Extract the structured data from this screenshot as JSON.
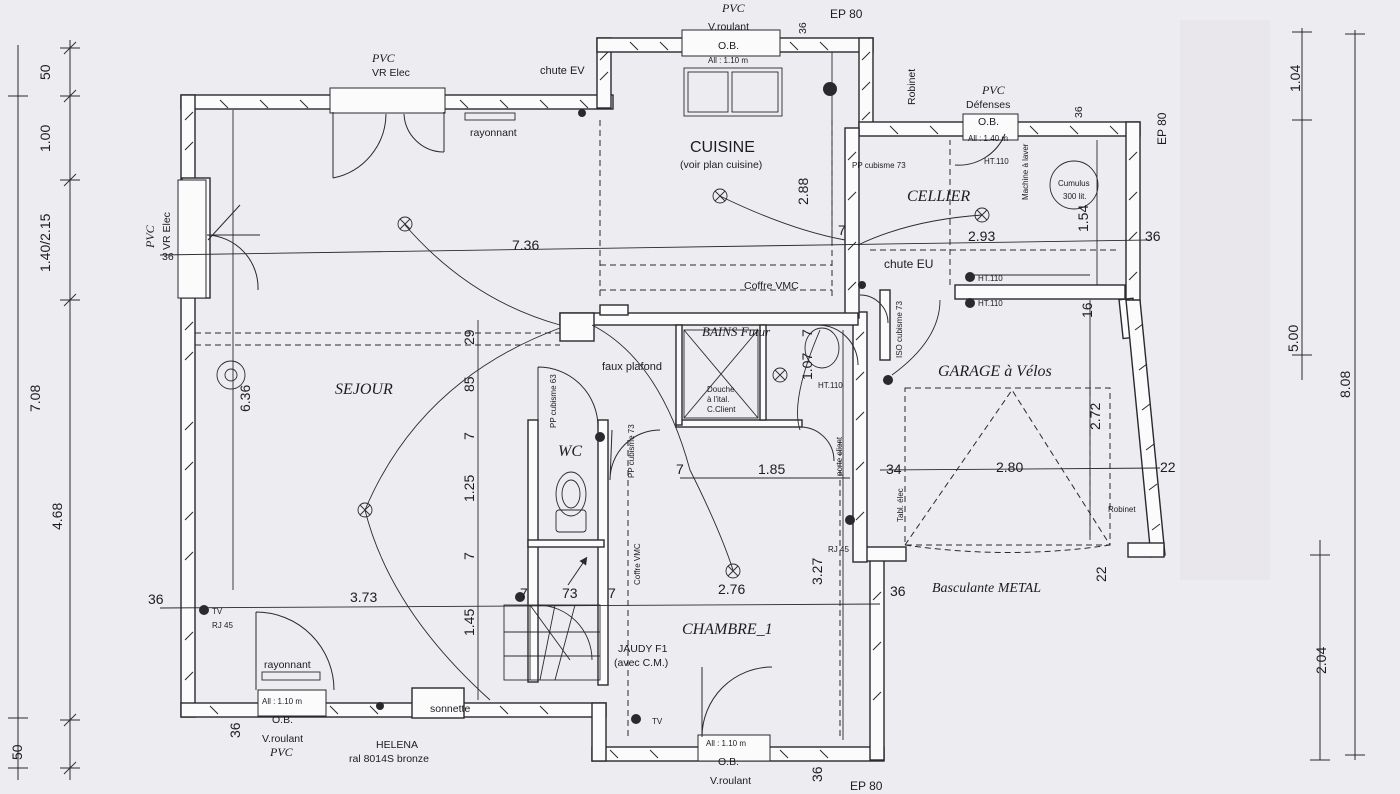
{
  "rooms": {
    "sejour": "SEJOUR",
    "cuisine": "CUISINE",
    "cuisine_note": "(voir plan cuisine)",
    "cellier": "CELLIER",
    "garage": "GARAGE à Vélos",
    "bains": "BAINS Futur",
    "wc": "WC",
    "chambre": "CHAMBRE_1"
  },
  "labels": {
    "pvc": "PVC",
    "vr_elec": "VR Elec",
    "v_roulant": "V.roulant",
    "ob": "O.B.",
    "all_110": "All : 1.10 m",
    "all_140": "All : 1.40 m",
    "defenses": "Défenses",
    "chute_ev": "chute EV",
    "chute_eu": "chute EU",
    "rayonnant": "rayonnant",
    "robinet": "Robinet",
    "ep80": "EP 80",
    "cumulus": "Cumulus",
    "cumulus_vol": "300 lit.",
    "machine": "Machine à laver",
    "coffre_vmc": "Coffre VMC",
    "faux_plafond": "faux plafond",
    "douche": "Douche",
    "douche_2": "à l'ital.",
    "douche_3": "C.Client",
    "ht110": "HT.110",
    "pp_cubisme_73": "PP cubisme 73",
    "iso_cubisme_73": "ISO cubisme 73",
    "pp_cubisme_63": "PP cubisme 63",
    "porte_client": "porte client",
    "tabl_elec": "Tabl. élec",
    "rj45": "RJ 45",
    "tv": "TV",
    "jaudy": "JAUDY F1",
    "avec_cm": "(avec C.M.)",
    "sonnette": "sonnette",
    "helena": "HELENA",
    "ral": "ral 8014S bronze",
    "basculante": "Basculante METAL"
  },
  "dims": {
    "left_50_top": "50",
    "left_100": "1.00",
    "left_140_215": "1.40/2.15",
    "left_708": "7.08",
    "left_468": "4.68",
    "left_50_bot": "50",
    "right_104": "1.04",
    "right_500": "5.00",
    "right_808": "8.08",
    "right_204": "2.04",
    "d736": "7.36",
    "d636": "6.36",
    "d373": "3.73",
    "d293": "2.93",
    "d288": "2.88",
    "d154": "1.54",
    "d272": "2.72",
    "d280": "2.80",
    "d185": "1.85",
    "d107": "1.07",
    "d327": "3.27",
    "d276": "2.76",
    "d125": "1.25",
    "d145": "1.45",
    "d85": "85",
    "d29": "29",
    "d73": "73",
    "d7": "7",
    "d16": "16",
    "d34": "34",
    "d22": "22",
    "d36": "36"
  }
}
